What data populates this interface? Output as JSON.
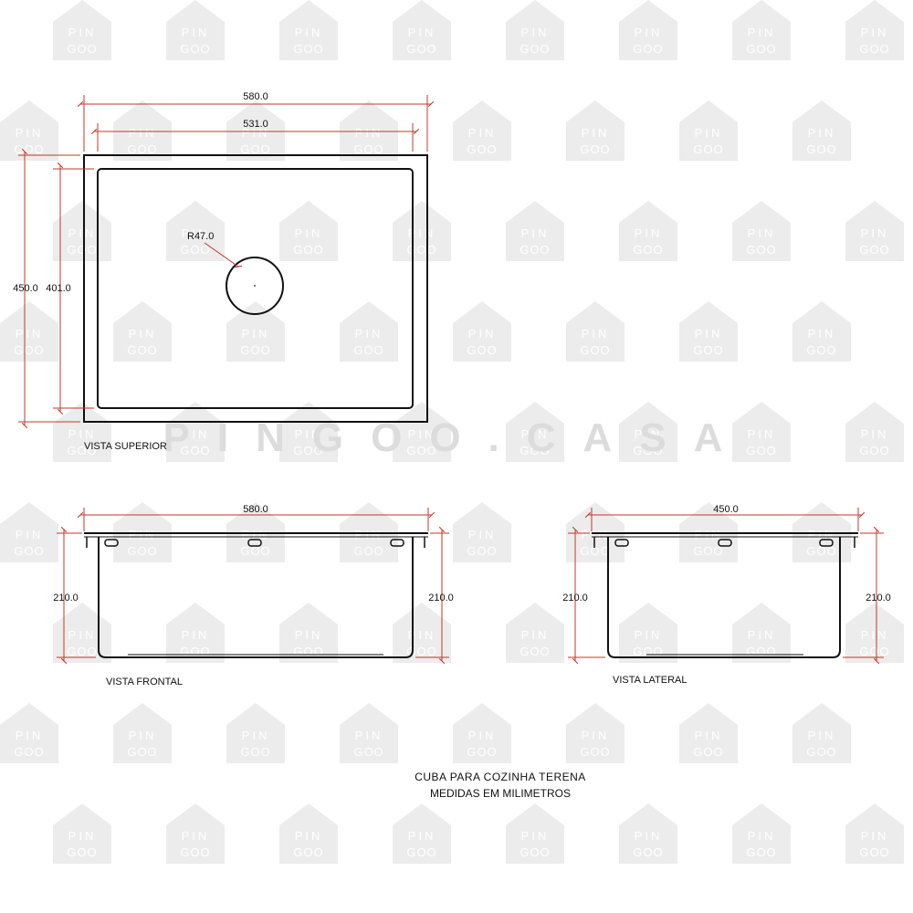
{
  "watermark": {
    "tile_line1": "PIN",
    "tile_line2": "GOO",
    "banner": "PINGOO.CASA",
    "color": "#ececec"
  },
  "colors": {
    "outline": "#111111",
    "dimension": "#c0392b"
  },
  "top_view": {
    "caption": "VISTA SUPERIOR",
    "outer_width": "580.0",
    "inner_width": "531.0",
    "outer_depth": "450.0",
    "inner_depth": "401.0",
    "drain_radius": "R47.0"
  },
  "front_view": {
    "caption": "VISTA FRONTAL",
    "width": "580.0",
    "height_left": "210.0",
    "height_right": "210.0"
  },
  "side_view": {
    "caption": "VISTA LATERAL",
    "width": "450.0",
    "height_left": "210.0",
    "height_right": "210.0"
  },
  "footer": {
    "line1": "CUBA PARA COZINHA TERENA",
    "line2": "MEDIDAS EM MILIMETROS"
  }
}
